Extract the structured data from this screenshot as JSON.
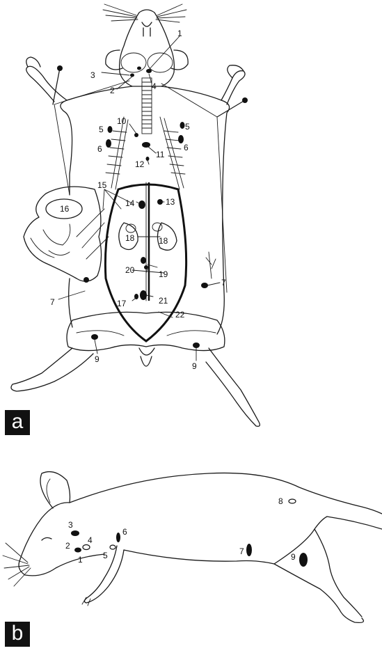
{
  "panels": [
    {
      "id": "a",
      "tag": "a"
    },
    {
      "id": "b",
      "tag": "b"
    }
  ],
  "labels_a": {
    "n1": "1",
    "n2": "2",
    "n3": "3",
    "n4": "4",
    "n5l": "5",
    "n5r": "5",
    "n6l": "6",
    "n6r": "6",
    "n7l": "7",
    "n7r": "7",
    "n9l": "9",
    "n9r": "9",
    "n10": "10",
    "n11": "11",
    "n12": "12",
    "n13": "13",
    "n14": "14",
    "n15": "15",
    "n16": "16",
    "n17": "17",
    "n18l": "18",
    "n18r": "18",
    "n19": "19",
    "n20": "20",
    "n21": "21",
    "n22": "22"
  },
  "labels_b": {
    "n1": "1",
    "n2": "2",
    "n3": "3",
    "n4": "4",
    "n5": "5",
    "n6": "6",
    "n7": "7",
    "n8": "8",
    "n9": "9"
  }
}
